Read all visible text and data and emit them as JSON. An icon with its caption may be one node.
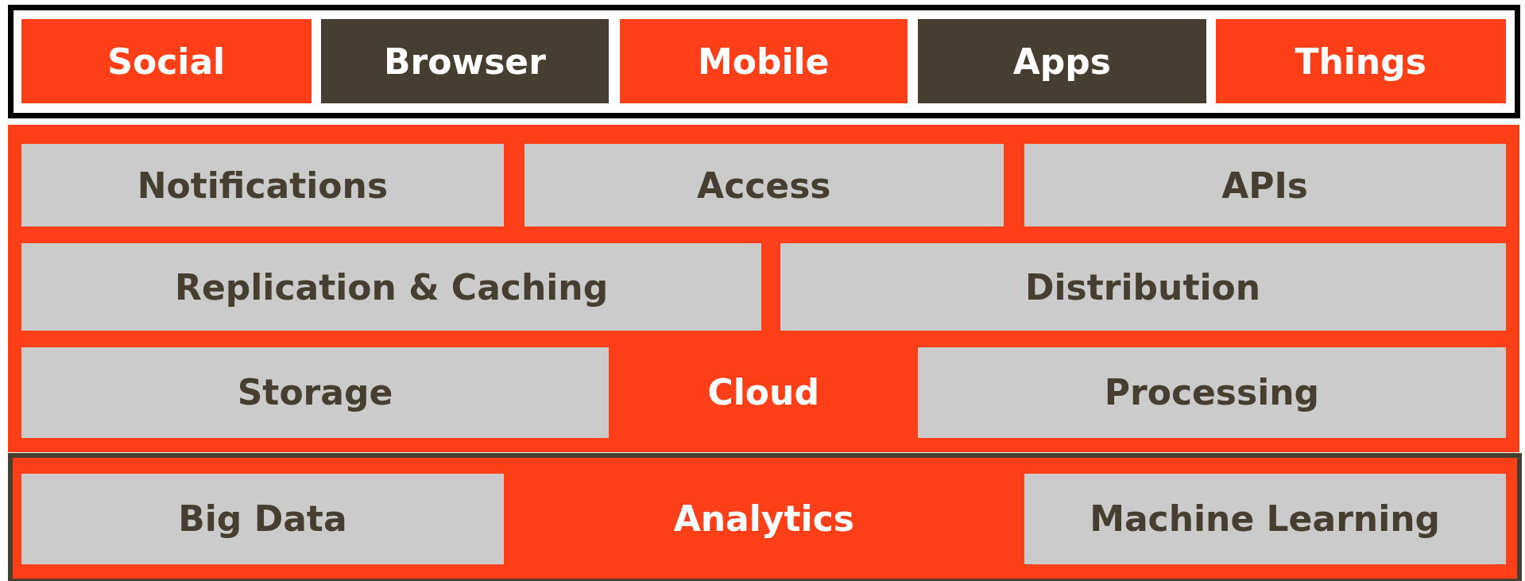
{
  "diagram": {
    "nodes": [
      {
        "text": [],
        "shape": "box"
      },
      {
        "text": [
          "Social"
        ],
        "in": 0
      },
      {
        "text": [
          "Browser"
        ],
        "in": 0
      },
      {
        "text": [
          "Mobile"
        ],
        "in": 0
      },
      {
        "text": [
          "Apps"
        ],
        "in": 0
      },
      {
        "text": [
          "Things"
        ],
        "in": 0
      },
      {
        "text": [
          "Cloud"
        ]
      },
      {
        "text": [
          "Notifications"
        ],
        "in": 6
      },
      {
        "text": [
          "Access"
        ],
        "in": 6
      },
      {
        "text": [
          "APIs"
        ],
        "in": 6
      },
      {
        "text": [
          "Replication & Caching"
        ],
        "in": 6
      },
      {
        "text": [
          "Distribution"
        ],
        "in": 6
      },
      {
        "text": [
          "Storage"
        ],
        "in": 6
      },
      {
        "text": [
          "Processing"
        ],
        "in": 6
      },
      {
        "text": [
          "Analytics"
        ]
      },
      {
        "text": [
          "Big Data"
        ],
        "in": 14
      },
      {
        "text": [
          "Machine Learning"
        ],
        "in": 14
      }
    ]
  }
}
